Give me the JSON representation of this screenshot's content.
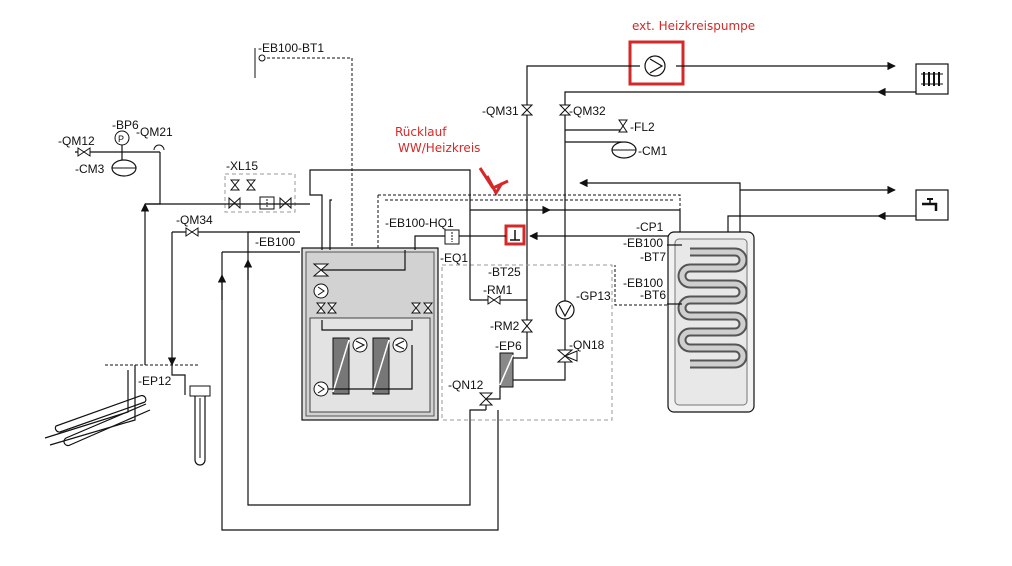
{
  "annotations": {
    "pump_title": "ext. Heizkreispumpe",
    "return_line_1": "Rücklauf",
    "return_line_2": "WW/Heizkreis",
    "highlight_color": "#d62828"
  },
  "labels": {
    "eb100_bt1": "-EB100-BT1",
    "bp6": "-BP6",
    "qm12": "-QM12",
    "qm21": "-QM21",
    "cm3": "-CM3",
    "xl15": "-XL15",
    "qm34": "-QM34",
    "eb100": "-EB100",
    "eb100_hq1": "-EB100-HQ1",
    "eq1": "-EQ1",
    "bt25": "-BT25",
    "rm1": "-RM1",
    "rm2": "-RM2",
    "gp13": "-GP13",
    "ep6": "-EP6",
    "qn18": "-QN18",
    "qn12": "-QN12",
    "ep12": "-EP12",
    "qm31": "-QM31",
    "qm32": "-QM32",
    "fl2": "-FL2",
    "cm1": "-CM1",
    "cp1": "-CP1",
    "eb100_bt7_a": "-EB100",
    "eb100_bt7_b": "-BT7",
    "eb100_bt6_a": "-EB100",
    "eb100_bt6_b": "-BT6"
  },
  "icons": [
    "radiator-icon",
    "water-tap-icon",
    "pump-icon",
    "expansion-vessel-icon",
    "valve-icon",
    "heat-exchanger-icon",
    "hot-water-tank-icon"
  ]
}
